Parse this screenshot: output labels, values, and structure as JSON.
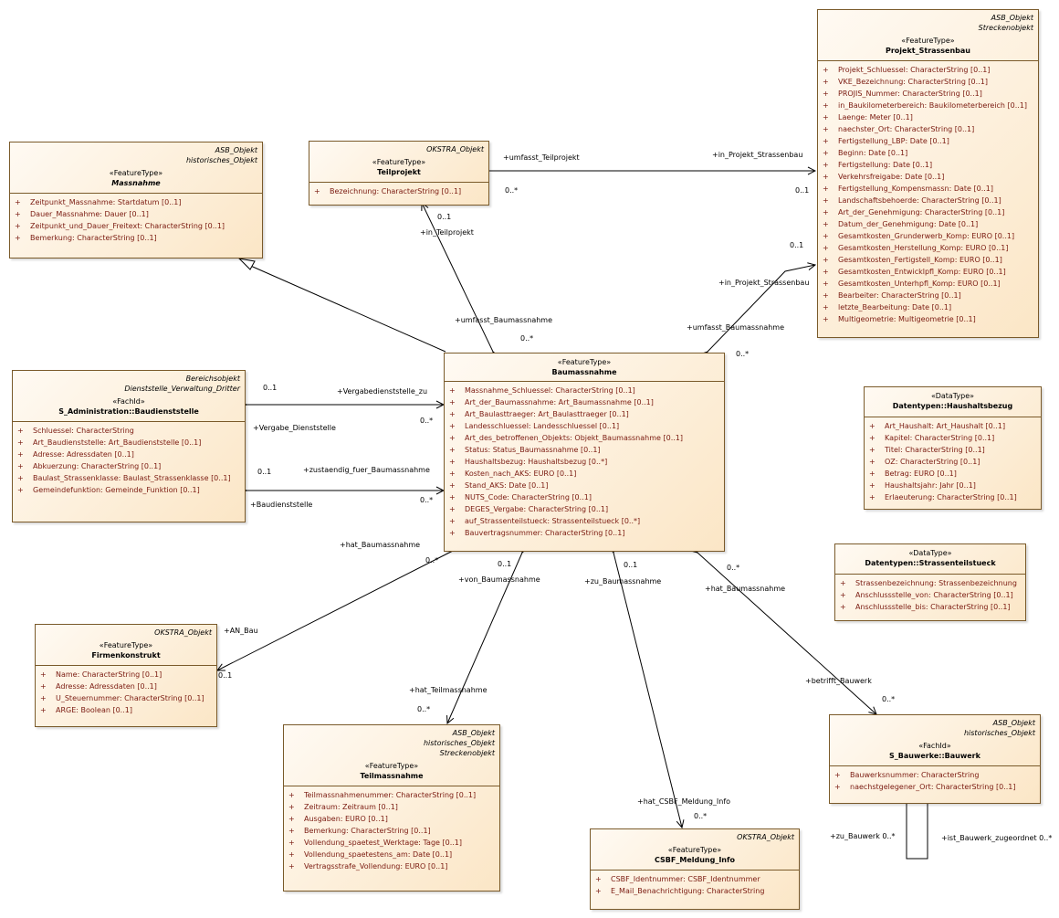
{
  "classes": {
    "projekt": {
      "tags": [
        "ASB_Objekt",
        "Streckenobjekt"
      ],
      "stereotype": "«FeatureType»",
      "name": "Projekt_Strassenbau",
      "attributes": [
        "Projekt_Schluessel: CharacterString [0..1]",
        "VKE_Bezeichnung: CharacterString [0..1]",
        "PROJIS_Nummer: CharacterString [0..1]",
        "in_Baukilometerbereich: Baukilometerbereich [0..1]",
        "Laenge: Meter [0..1]",
        "naechster_Ort: CharacterString [0..1]",
        "Fertigstellung_LBP: Date [0..1]",
        "Beginn: Date [0..1]",
        "Fertigstellung: Date [0..1]",
        "Verkehrsfreigabe: Date [0..1]",
        "Fertigstellung_Kompensmassn: Date [0..1]",
        "Landschaftsbehoerde: CharacterString [0..1]",
        "Art_der_Genehmigung: CharacterString [0..1]",
        "Datum_der_Genehmigung: Date [0..1]",
        "Gesamtkosten_Grunderwerb_Komp: EURO [0..1]",
        "Gesamtkosten_Herstellung_Komp: EURO [0..1]",
        "Gesamtkosten_Fertigstell_Komp: EURO [0..1]",
        "Gesamtkosten_Entwicklpfl_Komp: EURO [0..1]",
        "Gesamtkosten_Unterhpfl_Komp: EURO [0..1]",
        "Bearbeiter: CharacterString [0..1]",
        "letzte_Bearbeitung: Date [0..1]",
        "Multigeometrie: Multigeometrie [0..1]"
      ]
    },
    "massnahme": {
      "tags": [
        "ASB_Objekt",
        "historisches_Objekt"
      ],
      "stereotype": "«FeatureType»",
      "name": "Massnahme",
      "attributes": [
        "Zeitpunkt_Massnahme: Startdatum [0..1]",
        "Dauer_Massnahme: Dauer [0..1]",
        "Zeitpunkt_und_Dauer_Freitext: CharacterString [0..1]",
        "Bemerkung: CharacterString [0..1]"
      ]
    },
    "teilprojekt": {
      "tags": [
        "OKSTRA_Objekt"
      ],
      "stereotype": "«FeatureType»",
      "name": "Teilprojekt",
      "attributes": [
        "Bezeichnung: CharacterString [0..1]"
      ]
    },
    "baudienststelle": {
      "tags": [
        "Bereichsobjekt",
        "Dienststelle_Verwaltung_Dritter"
      ],
      "stereotype": "«FachId»",
      "name": "S_Administration::Baudienststelle",
      "attributes": [
        "Schluessel: CharacterString",
        "Art_Baudienststelle: Art_Baudienststelle [0..1]",
        "Adresse: Adressdaten [0..1]",
        "Abkuerzung: CharacterString [0..1]",
        "Baulast_Strassenklasse: Baulast_Strassenklasse [0..1]",
        "Gemeindefunktion: Gemeinde_Funktion [0..1]"
      ]
    },
    "baumassnahme": {
      "tags": [],
      "stereotype": "«FeatureType»",
      "name": "Baumassnahme",
      "attributes": [
        "Massnahme_Schluessel: CharacterString [0..1]",
        "Art_der_Baumassnahme: Art_Baumassnahme [0..1]",
        "Art_Baulasttraeger: Art_Baulasttraeger [0..1]",
        "Landesschluessel: Landesschluessel [0..1]",
        "Art_des_betroffenen_Objekts: Objekt_Baumassnahme [0..1]",
        "Status: Status_Baumassnahme [0..1]",
        "Haushaltsbezug: Haushaltsbezug [0..*]",
        "Kosten_nach_AKS: EURO [0..1]",
        "Stand_AKS: Date [0..1]",
        "NUTS_Code: CharacterString [0..1]",
        "DEGES_Vergabe: CharacterString [0..1]",
        "auf_Strassenteilstueck: Strassenteilstueck [0..*]",
        "Bauvertragsnummer: CharacterString [0..1]"
      ]
    },
    "haushaltsbezug": {
      "tags": [],
      "stereotype": "«DataType»",
      "name": "Datentypen::Haushaltsbezug",
      "attributes": [
        "Art_Haushalt: Art_Haushalt [0..1]",
        "Kapitel: CharacterString [0..1]",
        "Titel: CharacterString [0..1]",
        "OZ: CharacterString [0..1]",
        "Betrag: EURO [0..1]",
        "Haushaltsjahr: Jahr [0..1]",
        "Erlaeuterung: CharacterString [0..1]"
      ]
    },
    "strassenteilstueck": {
      "tags": [],
      "stereotype": "«DataType»",
      "name": "Datentypen::Strassenteilstueck",
      "attributes": [
        "Strassenbezeichnung: Strassenbezeichnung",
        "Anschlussstelle_von: CharacterString [0..1]",
        "Anschlussstelle_bis: CharacterString [0..1]"
      ]
    },
    "firmenkonstrukt": {
      "tags": [
        "OKSTRA_Objekt"
      ],
      "stereotype": "«FeatureType»",
      "name": "Firmenkonstrukt",
      "attributes": [
        "Name: CharacterString [0..1]",
        "Adresse: Adressdaten [0..1]",
        "U_Steuernummer: CharacterString [0..1]",
        "ARGE: Boolean [0..1]"
      ]
    },
    "teilmassnahme": {
      "tags": [
        "ASB_Objekt",
        "historisches_Objekt",
        "Streckenobjekt"
      ],
      "stereotype": "«FeatureType»",
      "name": "Teilmassnahme",
      "attributes": [
        "Teilmassnahmenummer: CharacterString [0..1]",
        "Zeitraum: Zeitraum [0..1]",
        "Ausgaben: EURO [0..1]",
        "Bemerkung: CharacterString [0..1]",
        "Vollendung_spaetest_Werktage: Tage [0..1]",
        "Vollendung_spaetestens_am: Date [0..1]",
        "Vertragsstrafe_Vollendung: EURO [0..1]"
      ]
    },
    "csbf": {
      "tags": [
        "OKSTRA_Objekt"
      ],
      "stereotype": "«FeatureType»",
      "name": "CSBF_Meldung_Info",
      "attributes": [
        "CSBF_Identnummer: CSBF_Identnummer",
        "E_Mail_Benachrichtigung: CharacterString"
      ]
    },
    "bauwerk": {
      "tags": [
        "ASB_Objekt",
        "historisches_Objekt"
      ],
      "stereotype": "«FachId»",
      "name": "S_Bauwerke::Bauwerk",
      "attributes": [
        "Bauwerksnummer: CharacterString",
        "naechstgelegener_Ort: CharacterString [0..1]"
      ]
    }
  },
  "visibility_symbol": "+",
  "labels": {
    "umfasst_teilprojekt": "+umfasst_Teilprojekt",
    "in_projekt_strassenbau_1": "+in_Projekt_Strassenbau",
    "m_0n_a": "0..*",
    "m_01_a": "0..1",
    "m_01_b": "0..1",
    "in_teilprojekt": "+in_Teilprojekt",
    "umfasst_baumassnahme_1": "+umfasst_Baumassnahme",
    "m_0n_b": "0..*",
    "m_01_c": "0..1",
    "in_projekt_strassenbau_2": "+in_Projekt_Strassenbau",
    "umfasst_baumassnahme_2": "+umfasst_Baumassnahme",
    "m_0n_c": "0..*",
    "m_01_d": "0..1",
    "vergabedienststelle_zu": "+Vergabedienststelle_zu",
    "vergabe_dienststelle": "+Vergabe_Dienststelle",
    "m_0n_d": "0..*",
    "m_01_e": "0..1",
    "zustaendig_fuer_baumassnahme": "+zustaendig_fuer_Baumassnahme",
    "baudienststelle": "+Baudienststelle",
    "m_0n_e": "0..*",
    "hat_baumassnahme_1": "+hat_Baumassnahme",
    "m_0n_f": "0..*",
    "an_bau": "+AN_Bau",
    "m_01_f": "0..1",
    "m_01_g": "0..1",
    "von_baumassnahme": "+von_Baumassnahme",
    "hat_teilmassnahme": "+hat_Teilmassnahme",
    "m_0n_g": "0..*",
    "m_01_h": "0..1",
    "zu_baumassnahme": "+zu_Baumassnahme",
    "hat_csbf_meldung_info": "+hat_CSBF_Meldung_Info",
    "m_0n_h": "0..*",
    "m_0n_i": "0..*",
    "hat_baumassnahme_2": "+hat_Baumassnahme",
    "betrifft_bauwerk": "+betrifft_Bauwerk",
    "m_0n_j": "0..*",
    "zu_bauwerk": "+zu_Bauwerk 0..*",
    "ist_bauwerk_zugeordnet": "+ist_Bauwerk_zugeordnet 0..*"
  }
}
